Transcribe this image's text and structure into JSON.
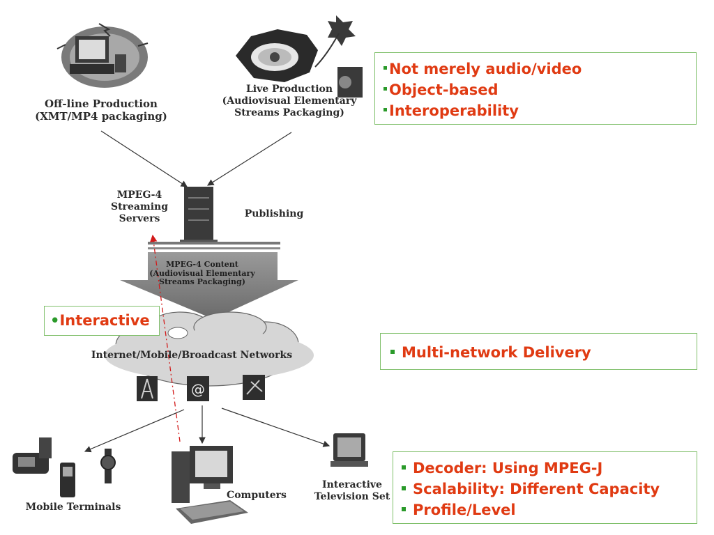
{
  "labels": {
    "offline_production": [
      "Off-line Production",
      "(XMT/MP4 packaging)"
    ],
    "live_production": [
      "Live Production",
      "(Audiovisual Elementary",
      "Streams Packaging)"
    ],
    "streaming_servers": [
      "MPEG-4",
      "Streaming",
      "Servers"
    ],
    "publishing": "Publishing",
    "content": [
      "MPEG-4 Content",
      "(Audiovisual Elementary",
      "Streams Packaging)"
    ],
    "networks": "Internet/Mobile/Broadcast Networks",
    "mobile_terminals": "Mobile Terminals",
    "computers": "Computers",
    "interactive_tv": [
      "Interactive",
      "Television Set"
    ]
  },
  "callouts": {
    "features": [
      "Not merely audio/video",
      "Object-based",
      "Interoperability"
    ],
    "interactive": "Interactive",
    "delivery": "Multi-network Delivery",
    "terminals": [
      "Decoder: Using MPEG-J",
      "Scalability: Different Capacity",
      "Profile/Level"
    ]
  },
  "icons": {
    "offline": "computer-mail-icon",
    "live": "camera-icon",
    "server": "server-tower-icon",
    "tower": "antenna-tower-icon",
    "at": "at-sign-icon",
    "satellite": "satellite-icon",
    "phone": "phone-icon",
    "mobile": "mobile-phone-icon",
    "watch": "watch-icon",
    "computer": "desktop-computer-icon",
    "tv": "television-icon"
  },
  "at_symbol": "@",
  "colors": {
    "accent": "#e03a12",
    "border": "#7fbf6a",
    "bullet": "#2a9a2a",
    "trace": "#d21a1a"
  }
}
